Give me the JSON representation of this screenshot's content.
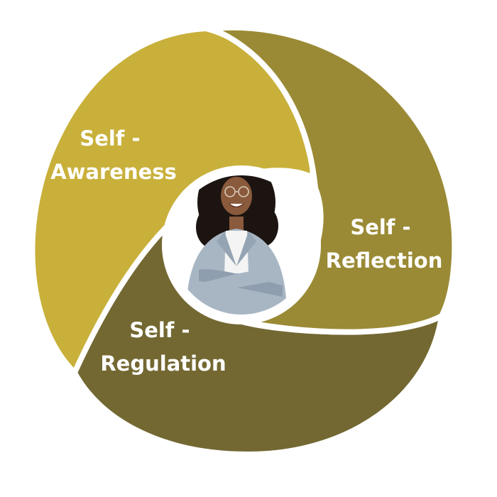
{
  "diagram": {
    "segments": [
      {
        "id": "awareness",
        "line1": "Self -",
        "line2": "Awareness",
        "color": "#c8b03a"
      },
      {
        "id": "reflection",
        "line1": "Self -",
        "line2": "Reflection",
        "color": "#9a8a35"
      },
      {
        "id": "regulation",
        "line1": "Self -",
        "line2": "Regulation",
        "color": "#736832"
      }
    ],
    "center": {
      "icon": "portrait-photo",
      "skin": "#8a5a3c",
      "hair": "#1c1410",
      "blazer": "#a8b6c4",
      "shirt": "#f4f4f4"
    }
  }
}
